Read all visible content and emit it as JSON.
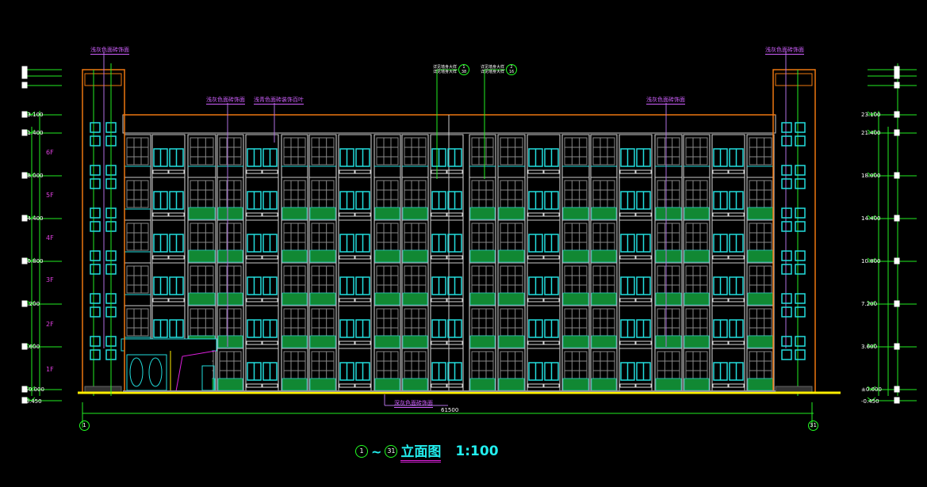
{
  "title": {
    "axis_start": "1",
    "tilde": "~",
    "axis_end": "31",
    "name": "立面图",
    "scale": "1:100"
  },
  "labels": {
    "top_left": "浅灰色面砖饰面",
    "top_right": "浅灰色面砖饰面",
    "facade_a": "浅灰色面砖饰面",
    "facade_b": "浅青色面砖装饰百叶",
    "facade_c": "浅灰色面砖饰面",
    "base": "深灰色面砖饰面"
  },
  "callouts": [
    {
      "text": "详见墙身大样",
      "num": "1",
      "sheet": "38"
    },
    {
      "text": "详见墙身大样",
      "num": "2",
      "sheet": "16"
    }
  ],
  "elevations": [
    "23.100",
    "21.400",
    "18.000",
    "14.400",
    "10.800",
    "7.200",
    "3.600",
    "±0.000",
    "-0.450"
  ],
  "floors": [
    "6F",
    "5F",
    "4F",
    "3F",
    "2F",
    "1F"
  ],
  "overall_dimension": "61500",
  "axes": {
    "left": "1",
    "right": "31"
  },
  "colors": {
    "background": "#000000",
    "dimension": "#22ee22",
    "window": "#22dddd",
    "balcony": "#118833",
    "ground": "#ffee00",
    "outline": "#ee7711",
    "annotation": "#d060ff"
  }
}
